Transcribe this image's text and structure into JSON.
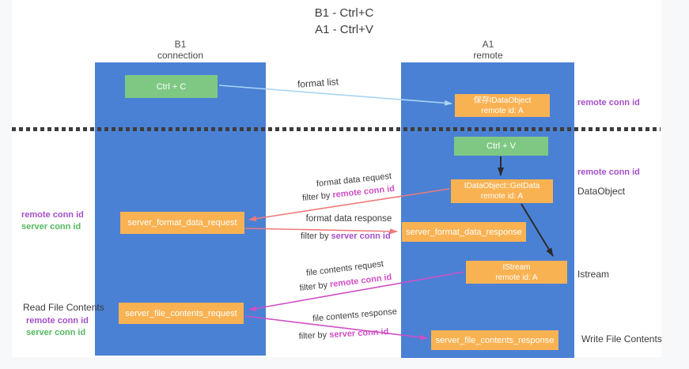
{
  "colors": {
    "bg-outer": "#f7f8f9",
    "panel": "#ffffff",
    "blue": "#4a81d4",
    "green": "#7fc884",
    "orange": "#f9b252",
    "dash": "#3d3d3d",
    "ink": "#3d3d3d",
    "purple": "#a54fc9",
    "magenta": "#cf4fc5",
    "green-text": "#55b85e",
    "salmon": "#ee7a7a",
    "lightblue": "#a9d5f2",
    "black-arrow": "#2b2b2b"
  },
  "title": {
    "line1": "B1 - Ctrl+C",
    "line2": "A1 - Ctrl+V"
  },
  "columns": {
    "b1": {
      "name": "B1",
      "subtitle": "connection"
    },
    "a1": {
      "name": "A1",
      "subtitle": "remote"
    }
  },
  "nodes": {
    "ctrl_c": {
      "label": "Ctrl + C"
    },
    "save_idataobject": {
      "line1": "保存IDataObject",
      "line2": "remote id: A"
    },
    "ctrl_v": {
      "label": "Ctrl + V"
    },
    "getdata": {
      "line1": "IDataObject::GetData",
      "line2": "remote id: A"
    },
    "server_format_data_request": {
      "label": "server_format_data_request"
    },
    "server_format_data_response": {
      "label": "server_format_data_response"
    },
    "istream": {
      "line1": "IStream",
      "line2": "remote id: A"
    },
    "server_file_contents_request": {
      "label": "server_file_contents_request"
    },
    "server_file_contents_response": {
      "label": "server_file_contents_response"
    }
  },
  "flow_labels": {
    "format_list": "format list",
    "format_data_request": "format data request",
    "format_data_request_filter_prefix": "filter by ",
    "format_data_request_filter_value": "remote conn id",
    "format_data_response": "format data response",
    "format_data_response_filter_prefix": "filter by ",
    "format_data_response_filter_value": "server conn id",
    "file_contents_request": "file contents request",
    "file_contents_request_filter_prefix": "filter by ",
    "file_contents_request_filter_value": "remote conn id",
    "file_contents_response": "file contents response",
    "file_contents_response_filter_prefix": "filter by ",
    "file_contents_response_filter_value": "server conn id"
  },
  "annotations": {
    "right_top_remote_conn_id": "remote conn id",
    "right_mid_remote_conn_id": "remote conn id",
    "dataobject": "DataObject",
    "istream": "Istream",
    "write_file_contents": "Write File Contents",
    "left_format_remote_conn_id": "remote conn id",
    "left_format_server_conn_id": "server conn id",
    "read_file_contents": "Read File Contents",
    "left_file_remote_conn_id": "remote conn id",
    "left_file_server_conn_id": "server conn id"
  }
}
